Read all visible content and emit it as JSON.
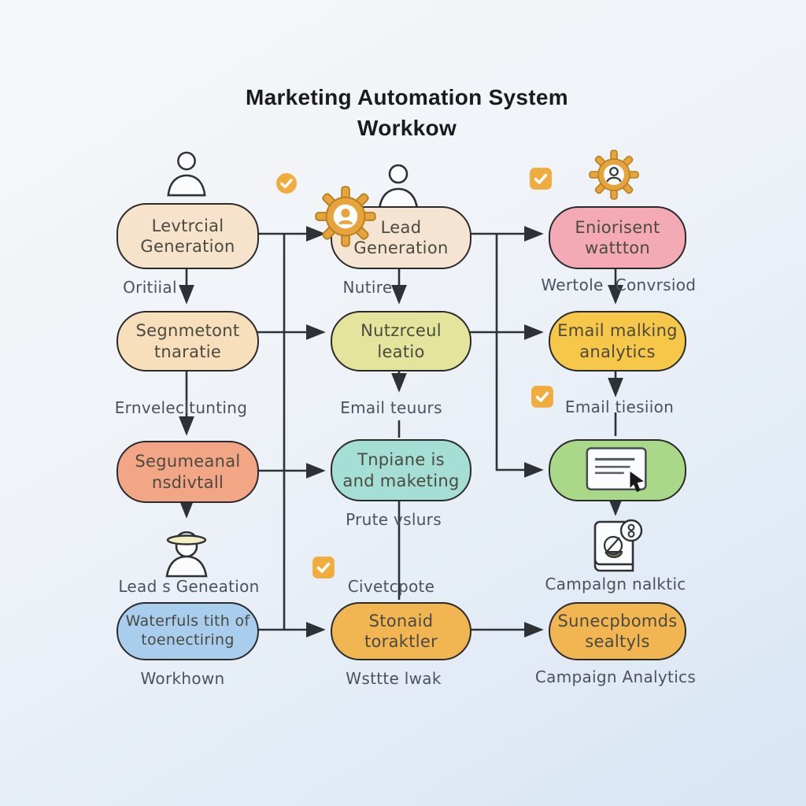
{
  "title": {
    "line1": "Marketing Automation System",
    "line2": "Workkow"
  },
  "colors": {
    "bg_top": "#f6f7f9",
    "bg_bottom": "#d8e5f4",
    "title_text": "#1a1b1d",
    "node_border": "#2b2b2b",
    "node_text": "#4b4a40",
    "label_text": "#4d525a",
    "line": "#2e3136",
    "checkbox": "#f0ad3e",
    "gear": "#e8a33d"
  },
  "nodes": {
    "l1": {
      "text": "Levtrcial\nGeneration",
      "color": "#f7e3cc"
    },
    "l2": {
      "text": "Segnmetont\ntnaratie",
      "color": "#f8dfbc"
    },
    "l3": {
      "text": "Segumeanal\nnsdivtall",
      "color": "#f3a686"
    },
    "l4": {
      "text": "Waterfuls tith of\ntoenectiring",
      "color": "#a9cdec"
    },
    "m1": {
      "text": "Lead\nGeneration",
      "color": "#f6e4d2"
    },
    "m2": {
      "text": "Nutzrceul\nleatio",
      "color": "#e4e49c"
    },
    "m3": {
      "text": "Tnpiane is\nand maketing",
      "color": "#a5ded4"
    },
    "m4": {
      "text": "Stonaid\ntoraktler",
      "color": "#f1b551"
    },
    "r1": {
      "text": "Eniorisent\nwattton",
      "color": "#f3aab4"
    },
    "r2": {
      "text": "Email malking\nanalytics",
      "color": "#f6c748"
    },
    "r3": {
      "color": "#a9d988"
    },
    "r4": {
      "text": "Sunecpbomds\nsealtyls",
      "color": "#f1b551"
    }
  },
  "labels": {
    "l1": "Oritiial",
    "l2": "Ernvelecitunting",
    "l3": "Lead s Geneation",
    "l4": "Workhown",
    "m1": "Nutire",
    "m2": "Email teuurs",
    "m3": "Prute vslurs",
    "m3b": "Civetcpote",
    "m4": "Wsttte lwak",
    "r1a": "Wertole",
    "r1b": "Convrsiod",
    "r2": "Email tiesiion",
    "r3": "Campalgn nalktic",
    "r4": "Campaign Analytics"
  },
  "icons": {
    "person-icon": "outlined head and shoulders",
    "gear-user-icon": "orange gear with person in center",
    "check-badge-icon": "orange badge with white checkmark",
    "hat-person-icon": "person outline wearing wide-brim hat",
    "document-cursor-icon": "white document with text lines and mouse cursor",
    "book-badge-icon": "notebook with circular badge"
  }
}
